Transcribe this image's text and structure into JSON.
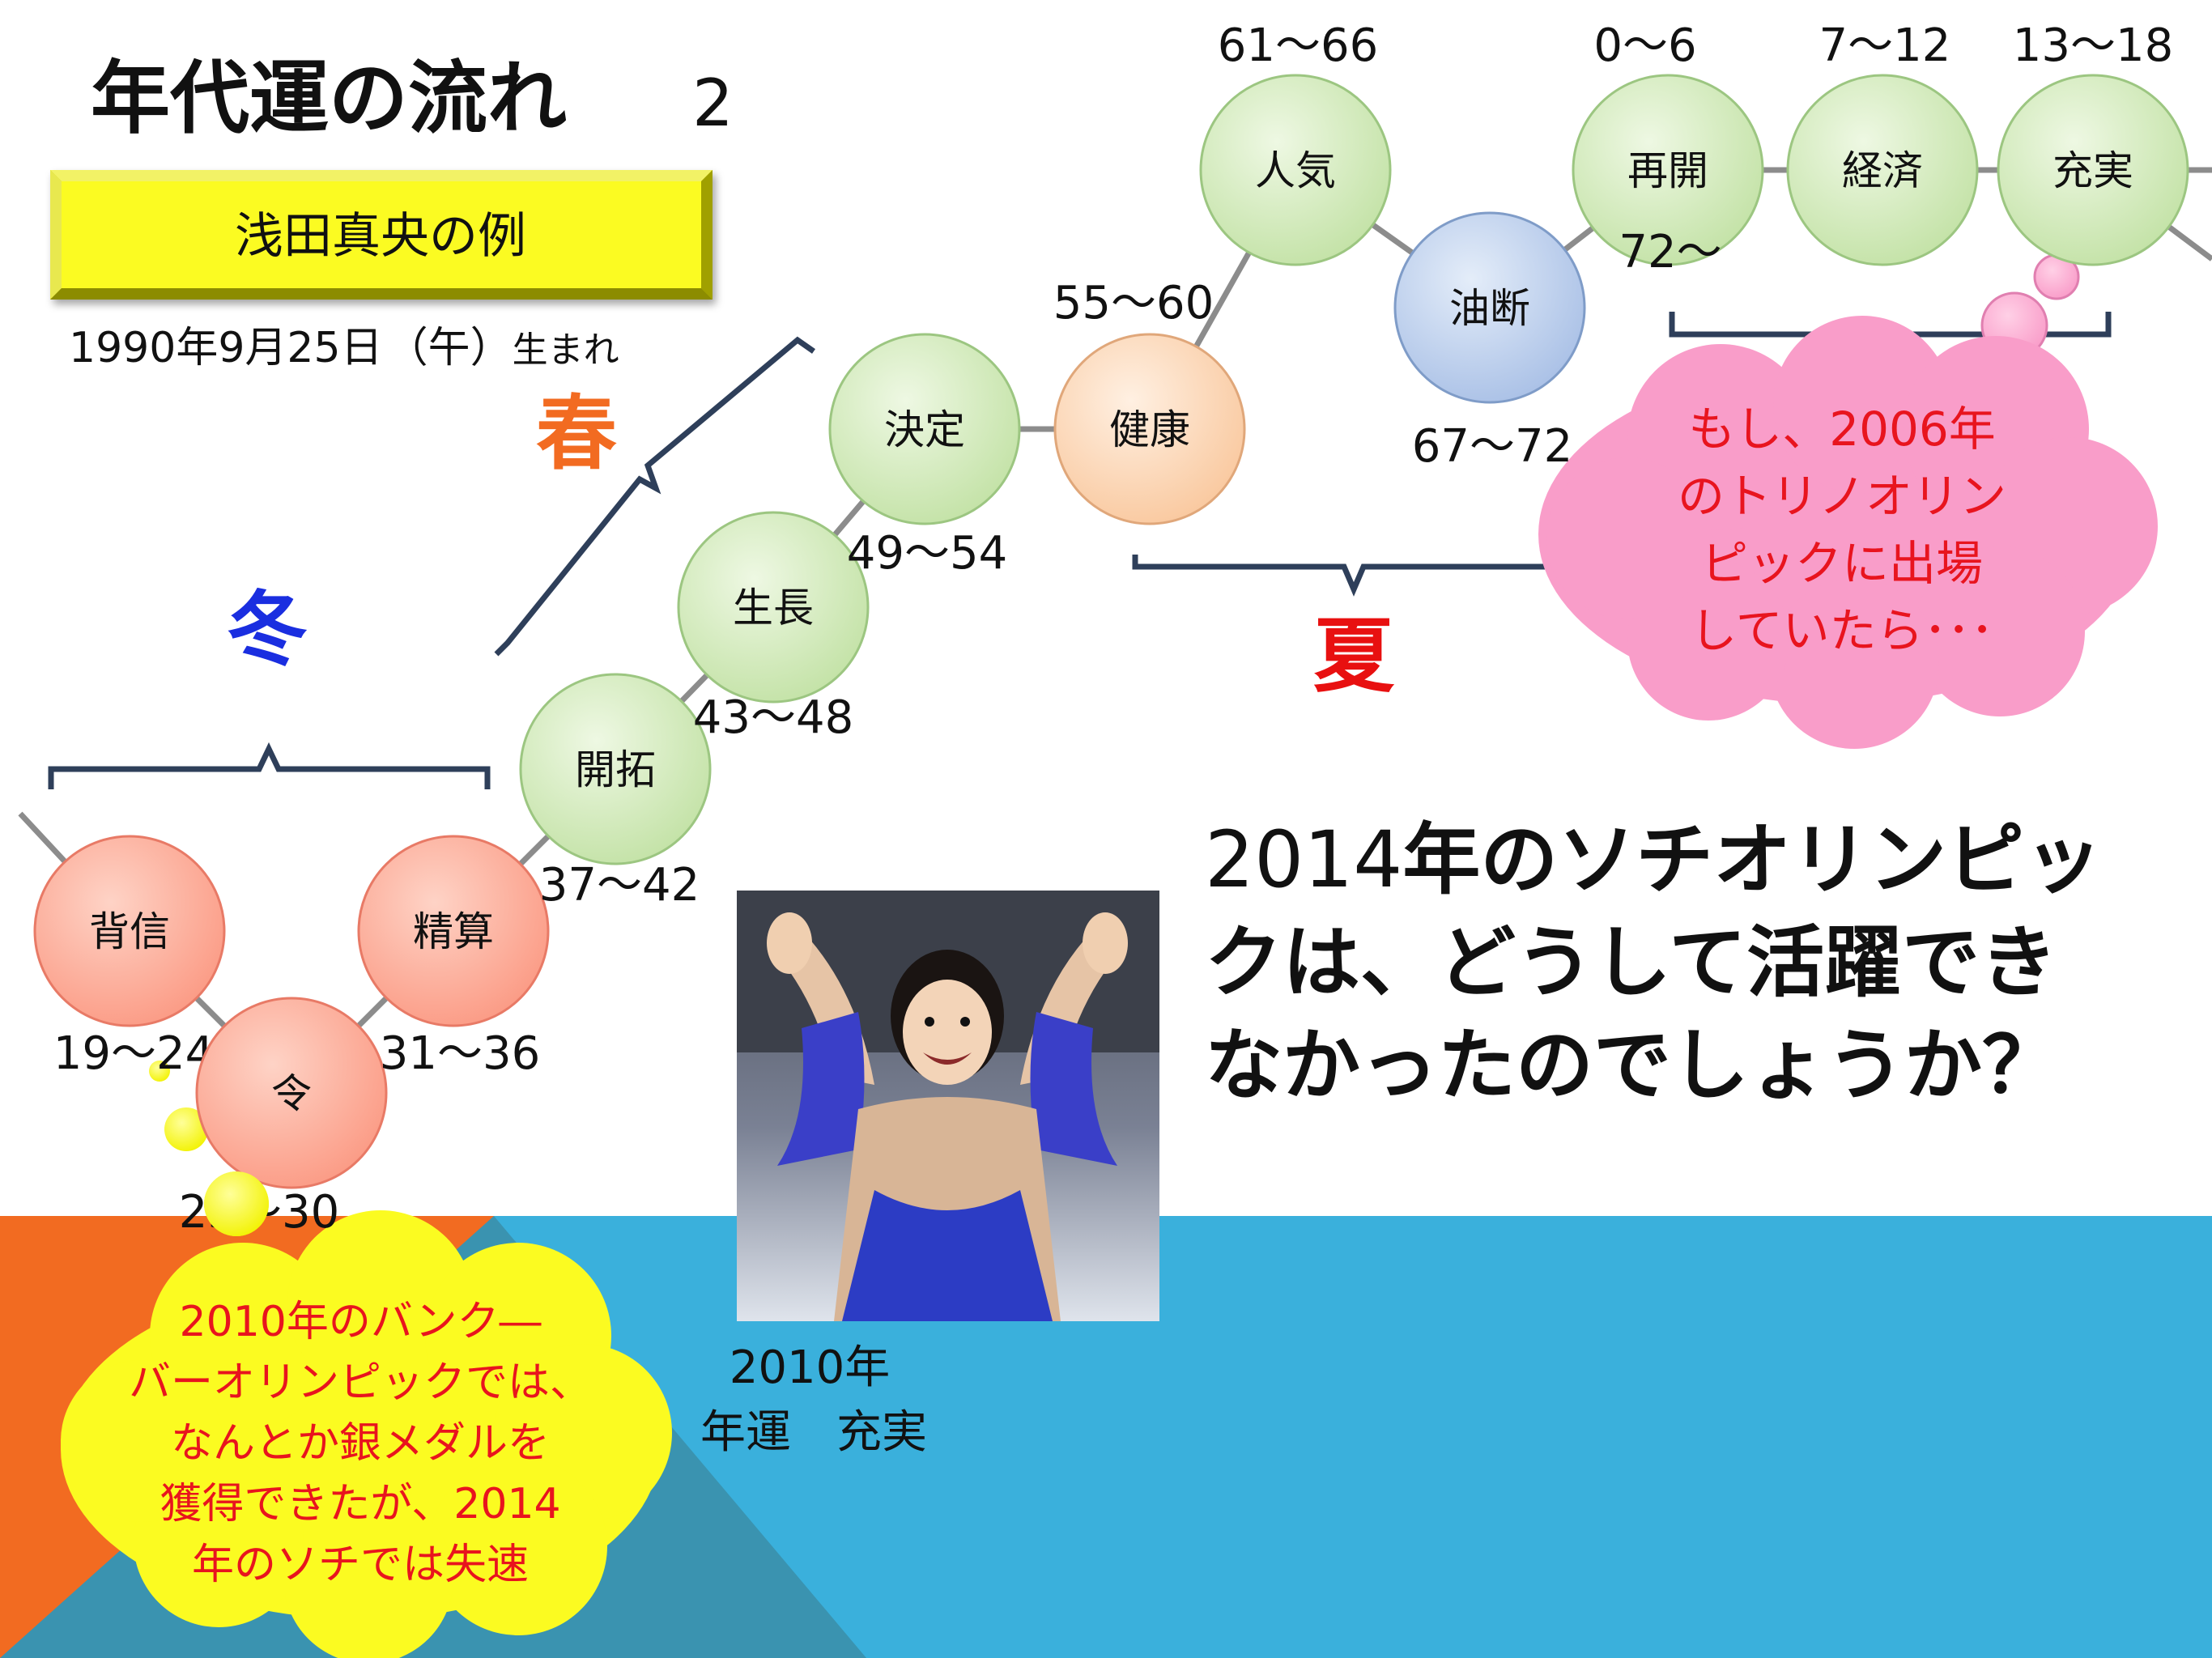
{
  "title": {
    "main": "年代運の流れ",
    "number": "2"
  },
  "example_box": {
    "label": "浅田真央の例"
  },
  "birth": {
    "date": "1990年9月25日",
    "zodiac": "午",
    "suffix": "生まれ"
  },
  "seasons": {
    "winter": "冬",
    "spring": "春",
    "summer": "夏"
  },
  "nodes": [
    {
      "name": "背信",
      "ages": "19～24",
      "color": "pink"
    },
    {
      "name": "令",
      "ages": "25～30",
      "color": "pink"
    },
    {
      "name": "精算",
      "ages": "31～36",
      "color": "pink"
    },
    {
      "name": "開拓",
      "ages": "37～42",
      "color": "green"
    },
    {
      "name": "生長",
      "ages": "43～48",
      "color": "green"
    },
    {
      "name": "決定",
      "ages": "49～54",
      "color": "green"
    },
    {
      "name": "健康",
      "ages": "55～60",
      "color": "peach"
    },
    {
      "name": "人気",
      "ages": "61～66",
      "color": "green"
    },
    {
      "name": "油断",
      "ages": "67～72",
      "color": "blue"
    },
    {
      "name": "再開",
      "ages": "0～6",
      "color": "green",
      "extra": "72～"
    },
    {
      "name": "経済",
      "ages": "7～12",
      "color": "green"
    },
    {
      "name": "充実",
      "ages": "13～18",
      "color": "green"
    }
  ],
  "question": {
    "line1_prefix": "2014",
    "line1_rest": "年のソチオリンピッ",
    "line2": "クは、どうして活躍でき",
    "line3": "なかったのでしょうか？"
  },
  "pink_cloud": {
    "lines": [
      "もし、2006年",
      "のトリノオリン",
      "ピックに出場",
      "していたら･･･"
    ]
  },
  "yellow_cloud": {
    "lines": [
      "2010年のバンク―",
      "バーオリンピックでは、",
      "なんとか銀メダルを",
      "獲得できたが、2014",
      "年のソチでは失速"
    ]
  },
  "photo_caption": {
    "line1": "2010年",
    "line2": "年運　充実"
  },
  "colors": {
    "blue_band": "#3ab0dc",
    "orange_corner": "#f26b21",
    "winter": "#1a2ee0",
    "spring": "#f26b21",
    "summer": "#e81010",
    "cloud_text_red": "#e8141e",
    "node_pink": "#fca58f",
    "node_green": "#cfe8b5",
    "node_peach": "#fbd5b4",
    "node_blue": "#b4c8e8",
    "bracket": "#2e3f5a"
  }
}
